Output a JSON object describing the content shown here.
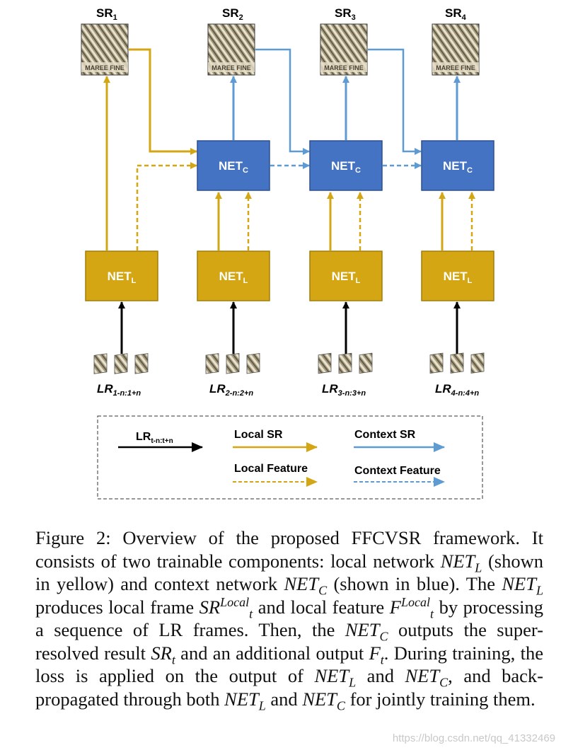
{
  "colors": {
    "local": "#d4a614",
    "context": "#5e9bd3",
    "net_c_fill": "#4573c4",
    "net_c_border": "#2f4f8f",
    "net_l_fill": "#d4a614",
    "net_l_border": "#a27d0b",
    "lr_arrow": "#000000"
  },
  "sr_outputs": [
    {
      "base": "SR",
      "sub": "1"
    },
    {
      "base": "SR",
      "sub": "2"
    },
    {
      "base": "SR",
      "sub": "3"
    },
    {
      "base": "SR",
      "sub": "4"
    }
  ],
  "sr_image_text": "MAREE FINE",
  "net_c": {
    "base": "NET",
    "sub": "C"
  },
  "net_l": {
    "base": "NET",
    "sub": "L"
  },
  "lr_inputs": [
    {
      "base": "LR",
      "sub": "1-n:1+n"
    },
    {
      "base": "LR",
      "sub": "2-n:2+n"
    },
    {
      "base": "LR",
      "sub": "3-n:3+n"
    },
    {
      "base": "LR",
      "sub": "4-n:4+n"
    }
  ],
  "legend": {
    "lr": {
      "base": "LR",
      "sub": "t-n:t+n"
    },
    "local_sr": "Local SR",
    "context_sr": "Context SR",
    "local_feature": "Local Feature",
    "context_feature": "Context Feature"
  },
  "caption": {
    "p1": "Figure 2: Overview of the proposed FFCVSR framework. It consists of two trainable components: local network ",
    "p2": " (shown in yellow) and context network ",
    "p3": " (shown in blue). The ",
    "p4": " produces local frame ",
    "p5": " and local feature ",
    "p6": " by processing a sequence of LR frames. Then, the ",
    "p7": " outputs the super-resolved result ",
    "p8": " and an additional output ",
    "p9": ". During training, the loss is applied on the output of ",
    "p10": " and ",
    "p11": ", and back-propagated through both ",
    "p12": " and ",
    "p13": " for jointly training them.",
    "math": {
      "net": "NET",
      "L": "L",
      "C": "C",
      "SR": "SR",
      "F": "F",
      "t": "t",
      "local_sup": "Local"
    }
  },
  "watermark": "https://blog.csdn.net/qq_41332469"
}
